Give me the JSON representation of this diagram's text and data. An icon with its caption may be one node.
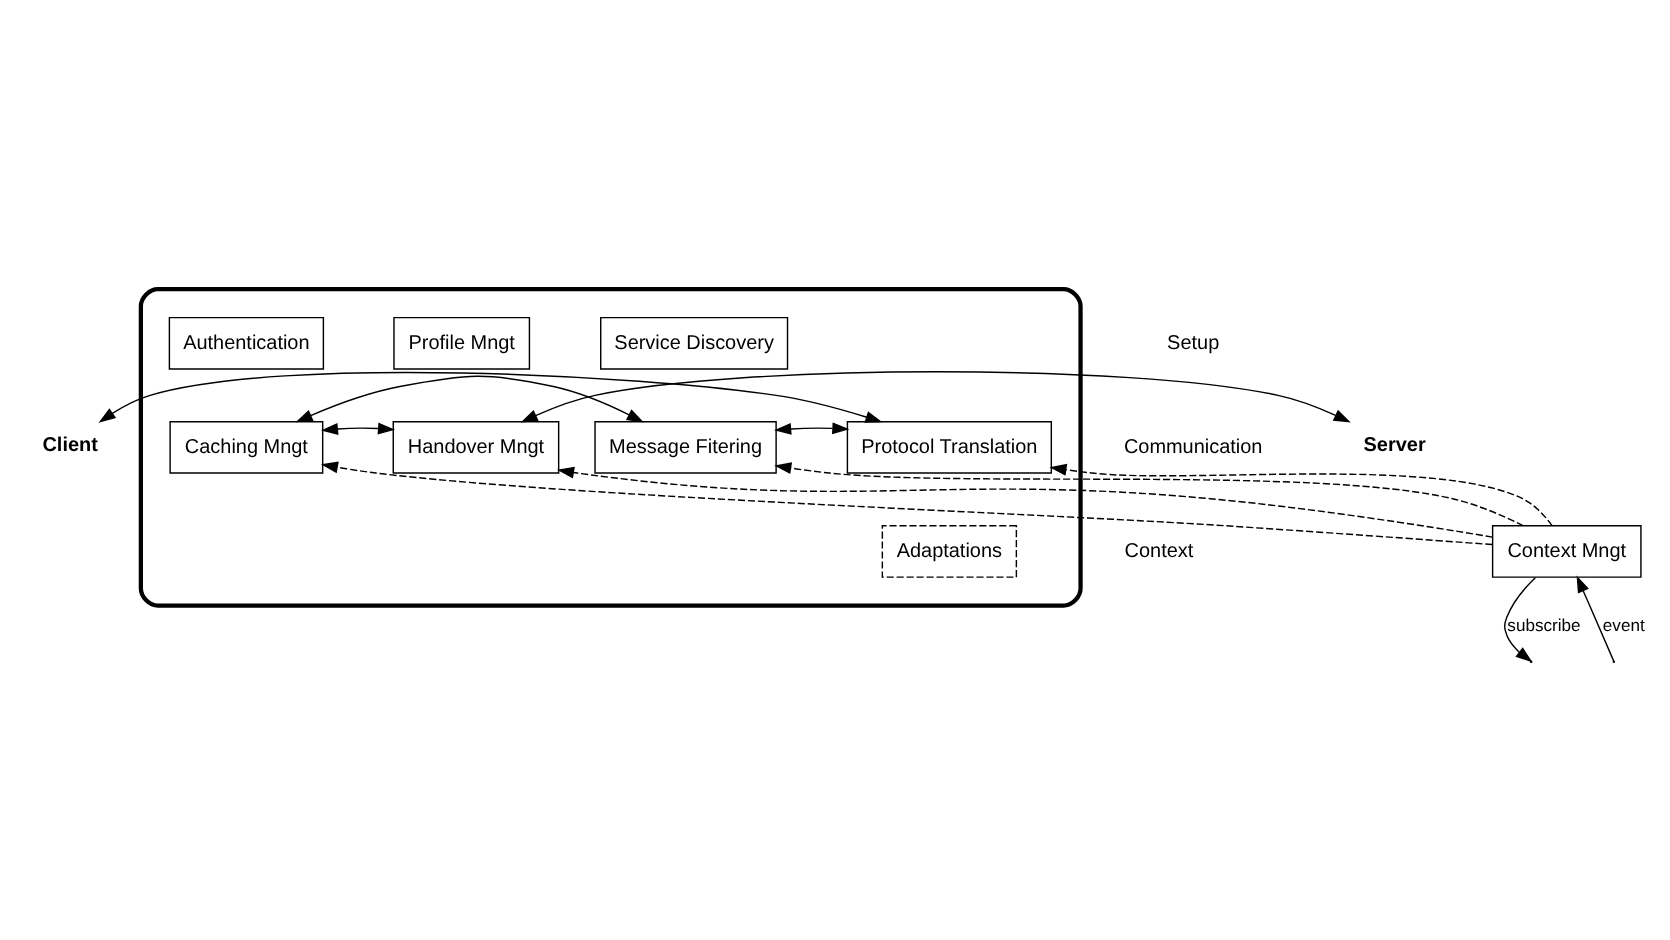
{
  "diagram": {
    "nodes": [
      {
        "text": [],
        "shape": "ellipse"
      },
      {
        "text": [
          "Service Discovery"
        ],
        "in": 0
      },
      {
        "text": [
          "Profile Mngt"
        ],
        "in": 0
      },
      {
        "text": [
          "Authentication"
        ],
        "in": 0
      },
      {
        "text": [
          "Handover Mngt"
        ],
        "in": 0
      },
      {
        "text": [
          "Caching Mngt"
        ],
        "in": 0
      },
      {
        "text": [
          "Message Fitering"
        ],
        "in": 0
      },
      {
        "text": [
          "Protocol Translation"
        ],
        "in": 0
      },
      {
        "text": [
          "Server"
        ]
      },
      {
        "text": [
          "Client"
        ]
      },
      {
        "text": [
          "Adaptations"
        ],
        "in": 0
      },
      {
        "text": [
          "Context Mngt"
        ]
      }
    ],
    "edges": [
      {
        "from": 8,
        "to": 4,
        "arrow": "both"
      },
      {
        "from": 4,
        "to": 5,
        "arrow": "both"
      },
      {
        "from": 5,
        "to": 6,
        "arrow": "both"
      },
      {
        "from": 6,
        "to": 7,
        "arrow": "both"
      },
      {
        "from": 7,
        "to": 9,
        "arrow": "both"
      },
      {
        "from": 11,
        "to": 4,
        "arrow": "to",
        "style": "dashed"
      },
      {
        "from": 11,
        "to": 5,
        "arrow": "to",
        "style": "dashed"
      },
      {
        "from": 11,
        "to": 6,
        "arrow": "to",
        "style": "dashed"
      },
      {
        "from": 11,
        "to": 7,
        "arrow": "to",
        "style": "dashed"
      },
      {
        "from": 11,
        "to": null,
        "arrow": "to",
        "label": "subscribe"
      },
      {
        "from": null,
        "to": 11,
        "arrow": "to",
        "label": "event"
      }
    ],
    "labels": [
      "Setup",
      "Communication",
      "Context"
    ]
  }
}
